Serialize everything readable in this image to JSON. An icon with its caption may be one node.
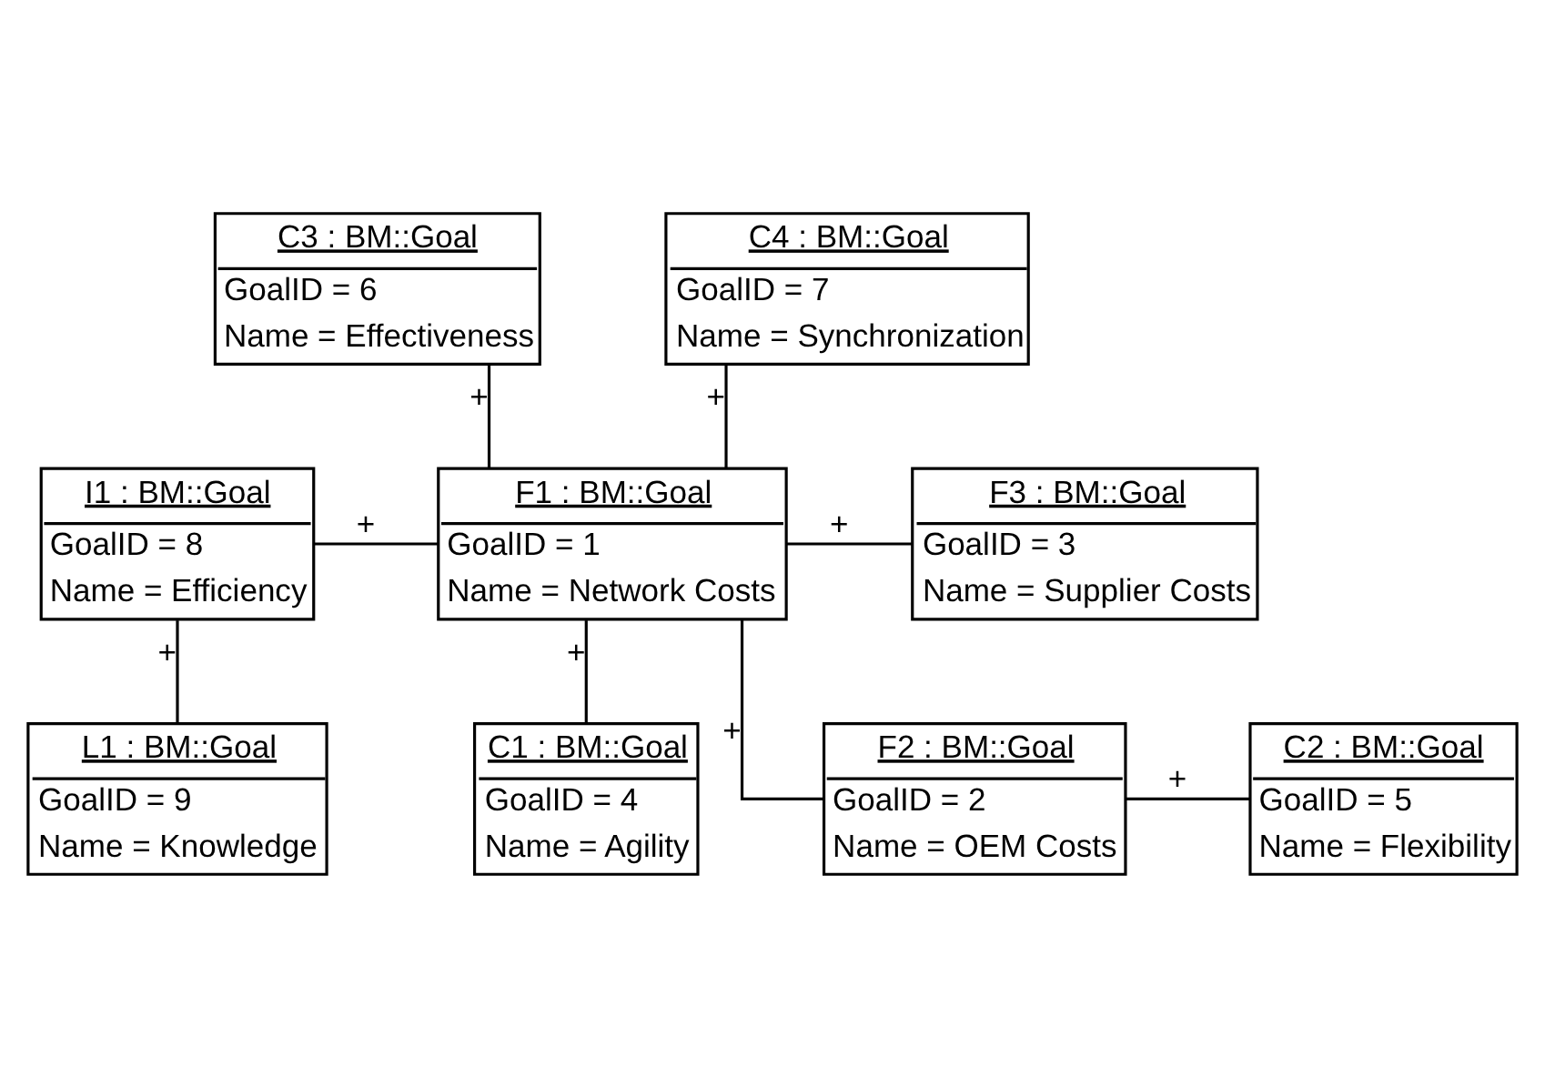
{
  "diagram": {
    "nodes": [
      {
        "text": [
          "C3 : BM::Goal",
          "GoalID = 6",
          "Name = Effectiveness"
        ]
      },
      {
        "text": [
          "C4 : BM::Goal",
          "GoalID = 7",
          "Name = Synchronization"
        ]
      },
      {
        "text": [
          "I1 : BM::Goal",
          "GoalID = 8",
          "Name = Efficiency"
        ]
      },
      {
        "text": [
          "F1 : BM::Goal",
          "GoalID = 1",
          "Name = Network Costs"
        ]
      },
      {
        "text": [
          "F3 : BM::Goal",
          "GoalID = 3",
          "Name = Supplier Costs"
        ]
      },
      {
        "text": [
          "C1 : BM::Goal",
          "GoalID = 4",
          "Name = Agility"
        ]
      },
      {
        "text": [
          "L1 : BM::Goal",
          "GoalID = 9",
          "Name = Knowledge"
        ]
      },
      {
        "text": [
          "F2 : BM::Goal",
          "GoalID = 2",
          "Name = OEM Costs"
        ]
      },
      {
        "text": [
          "C2 : BM::Goal",
          "GoalID = 5",
          "Name = Flexibility"
        ]
      }
    ],
    "edges": [
      {
        "from": 0,
        "to": 3,
        "arrow": "none",
        "label": "+"
      },
      {
        "from": 1,
        "to": 3,
        "arrow": "none",
        "label": "+"
      },
      {
        "from": 2,
        "to": 3,
        "arrow": "none",
        "label": "+"
      },
      {
        "from": 3,
        "to": 4,
        "arrow": "none",
        "label": "+"
      },
      {
        "from": 3,
        "to": 5,
        "arrow": "none",
        "label": "+"
      },
      {
        "from": 3,
        "to": 7,
        "arrow": "none",
        "label": "+"
      },
      {
        "from": 2,
        "to": 6,
        "arrow": "none",
        "label": "+"
      },
      {
        "from": 7,
        "to": 8,
        "arrow": "none",
        "label": "+"
      }
    ]
  }
}
